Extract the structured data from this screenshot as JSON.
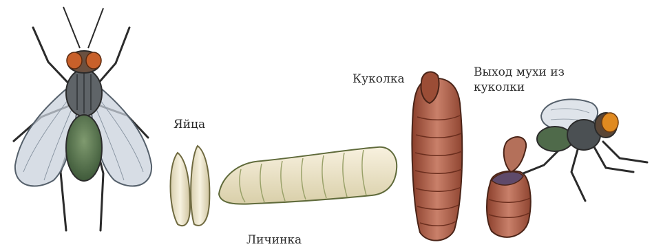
{
  "diagram": {
    "labels": {
      "eggs": "Яйца",
      "larva": "Личинка",
      "pupa": "Куколка",
      "emergence_line1": "Выход мухи из",
      "emergence_line2": "куколки"
    },
    "colors": {
      "fly_body": "#5f6468",
      "fly_eyes": "#c8602a",
      "fly_abdomen": "#5e7a55",
      "wing": "#c9d2dc",
      "egg": "#efe7d0",
      "larva": "#efe6cf",
      "pupa": "#a8583f",
      "outline": "#3a2a22"
    }
  }
}
